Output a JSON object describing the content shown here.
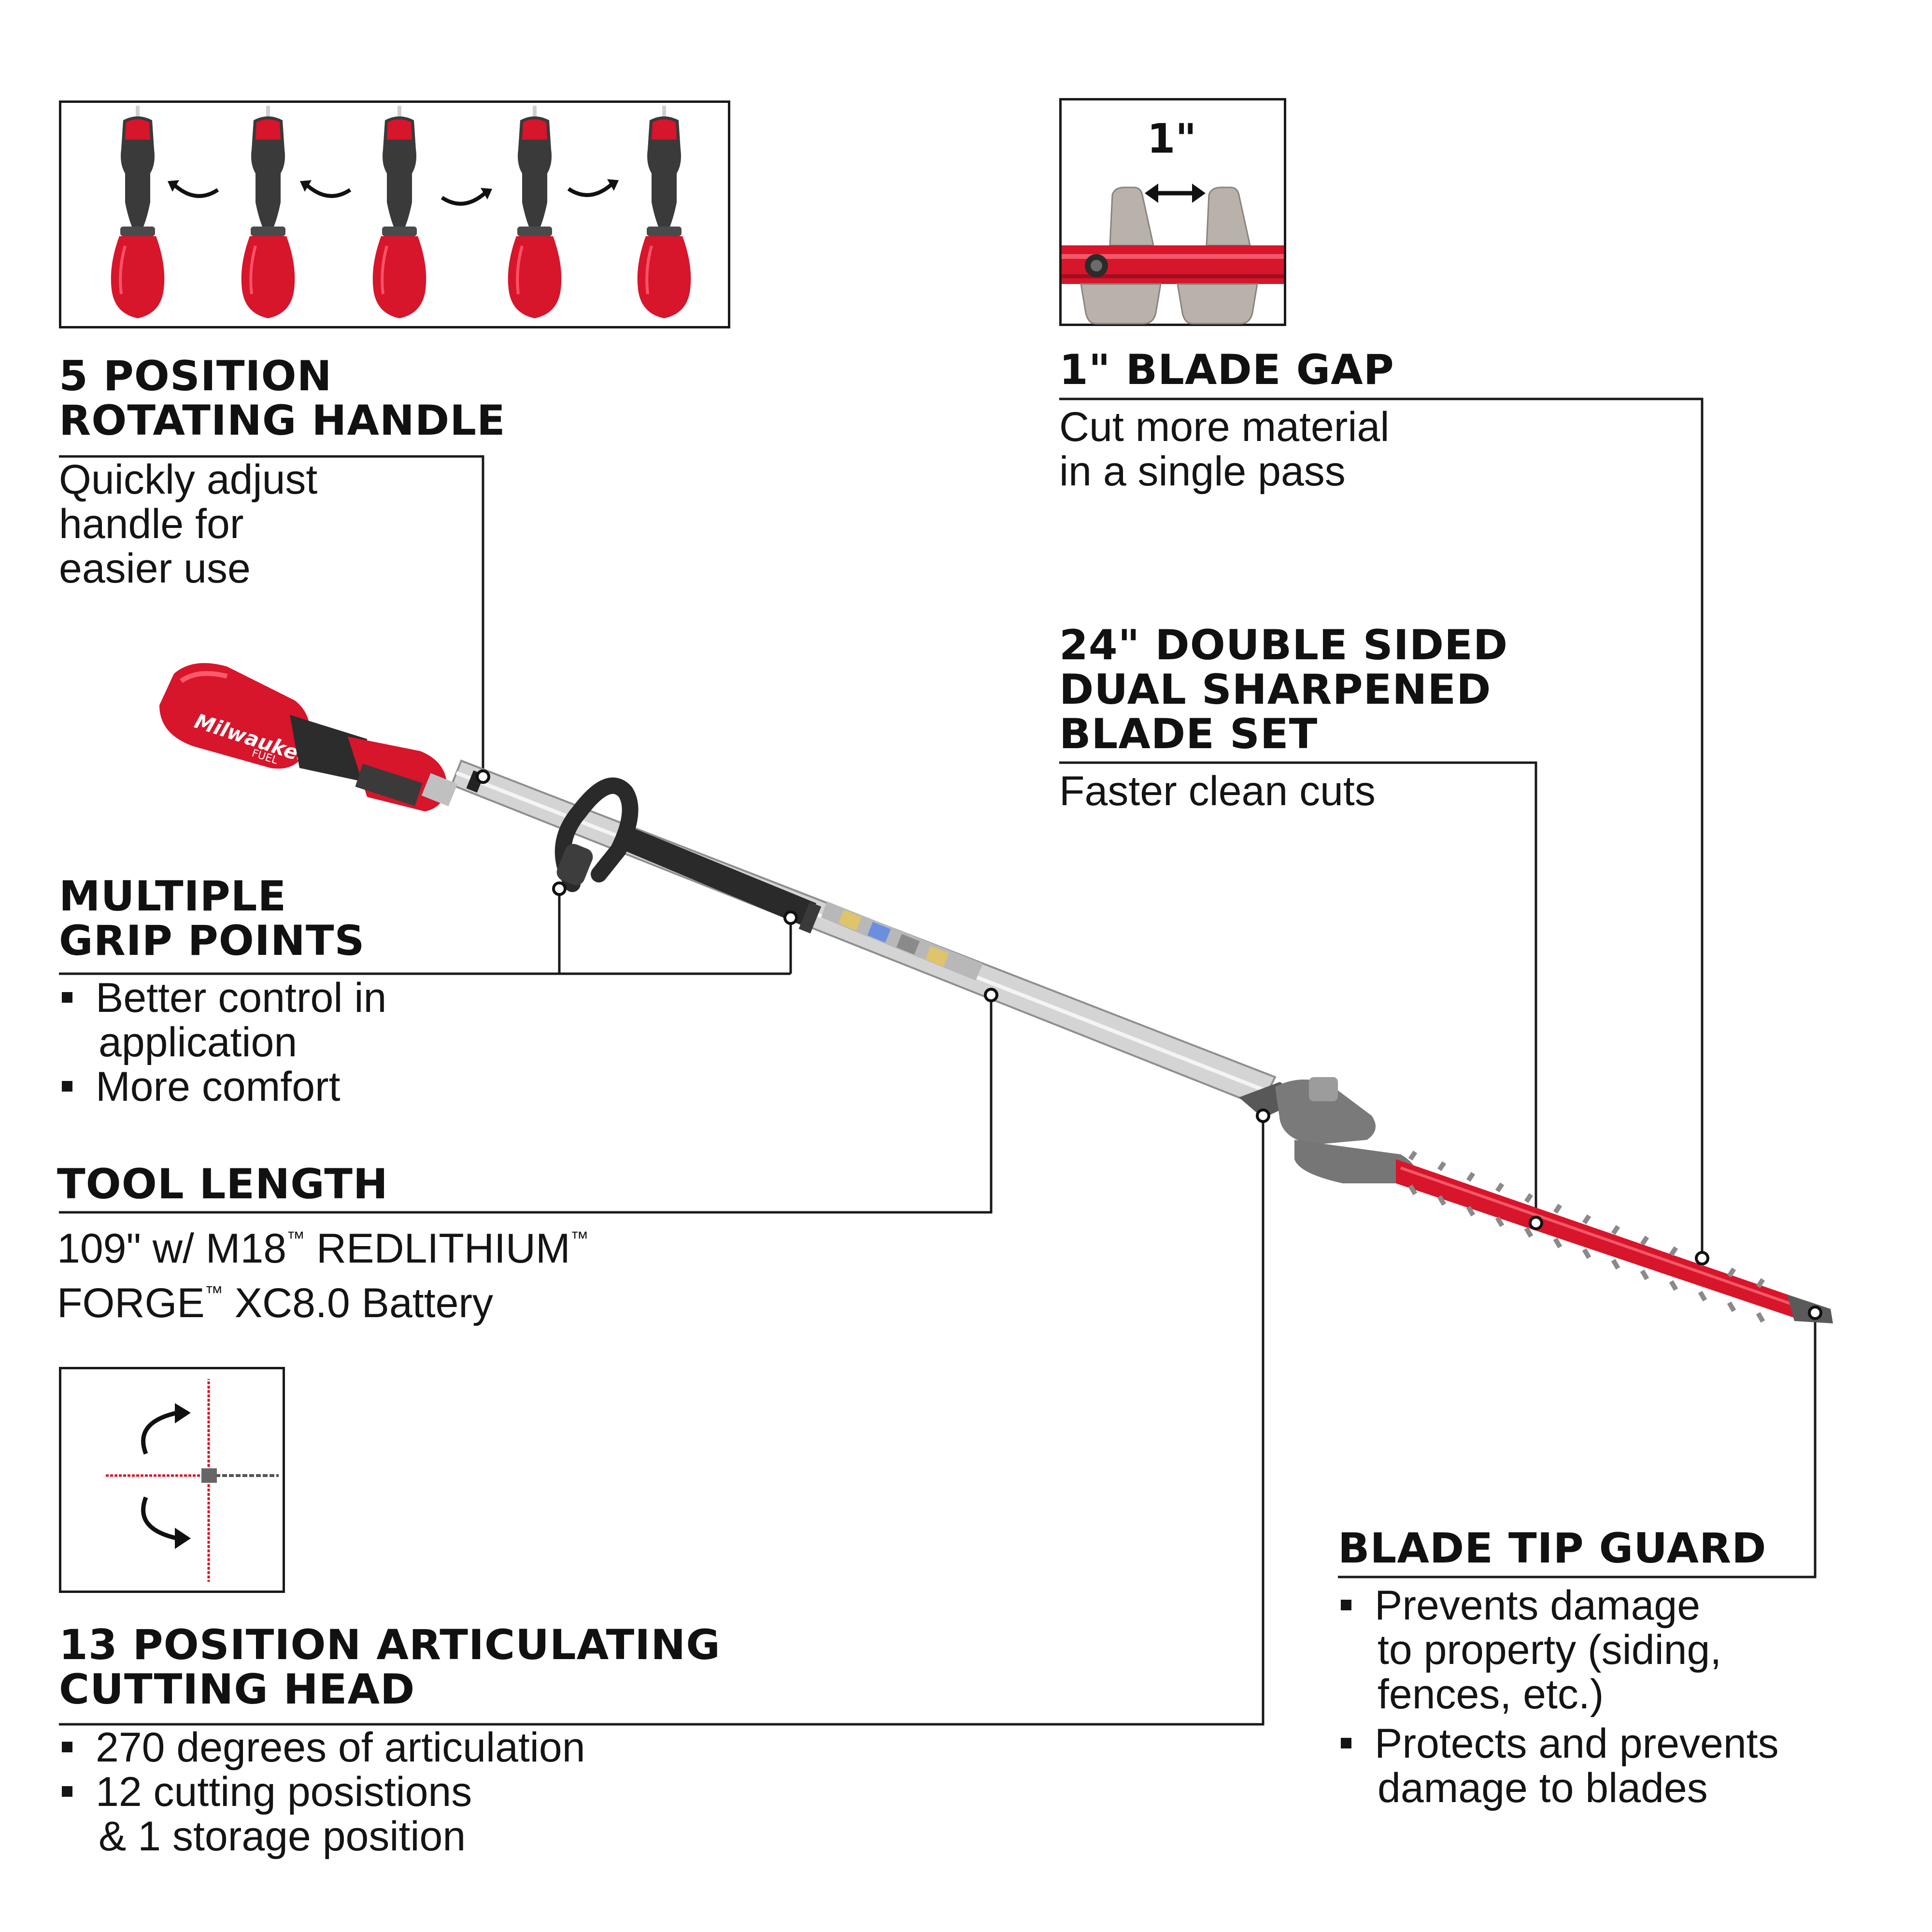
{
  "colors": {
    "accent_red": "#d7152b",
    "dark": "#141414",
    "shaft": "#c9c9c9",
    "grey_head": "#6e6e6e"
  },
  "brand": {
    "logo_text": "Milwaukee",
    "sub_text": "FUEL"
  },
  "handle": {
    "title_1": "5 POSITION",
    "title_2": "ROTATING HANDLE",
    "desc_1": "Quickly adjust",
    "desc_2": "handle for",
    "desc_3": "easier use"
  },
  "grip": {
    "title_1": "MULTIPLE",
    "title_2": "GRIP POINTS",
    "b1_l1": "Better control in",
    "b1_l2": "application",
    "b2_l1": "More comfort"
  },
  "length": {
    "title": "TOOL LENGTH",
    "l1_a": "109\" w/ M18",
    "tm": "™",
    "l1_b": " REDLITHIUM",
    "l2_a": "FORGE",
    "l2_b": " XC8.0 Battery"
  },
  "head": {
    "title_1": "13 POSITION ARTICULATING",
    "title_2": "CUTTING HEAD",
    "b1": "270 degrees of articulation",
    "b2_l1": "12 cutting posistions",
    "b2_l2": "& 1 storage position"
  },
  "gap": {
    "inset_label": "1\"",
    "title": "1\" BLADE GAP",
    "desc_1": "Cut more material",
    "desc_2": "in a single pass"
  },
  "blade": {
    "title_1": "24\" DOUBLE SIDED",
    "title_2": "DUAL SHARPENED",
    "title_3": "BLADE SET",
    "desc": "Faster clean cuts"
  },
  "tip": {
    "title": "BLADE TIP GUARD",
    "b1_l1": "Prevents damage",
    "b1_l2": "to property (siding,",
    "b1_l3": "fences, etc.)",
    "b2_l1": "Protects and prevents",
    "b2_l2": "damage to blades"
  },
  "icons": [
    "rotate-arrow-icon",
    "double-arrow-icon",
    "curved-arrow-icon"
  ]
}
